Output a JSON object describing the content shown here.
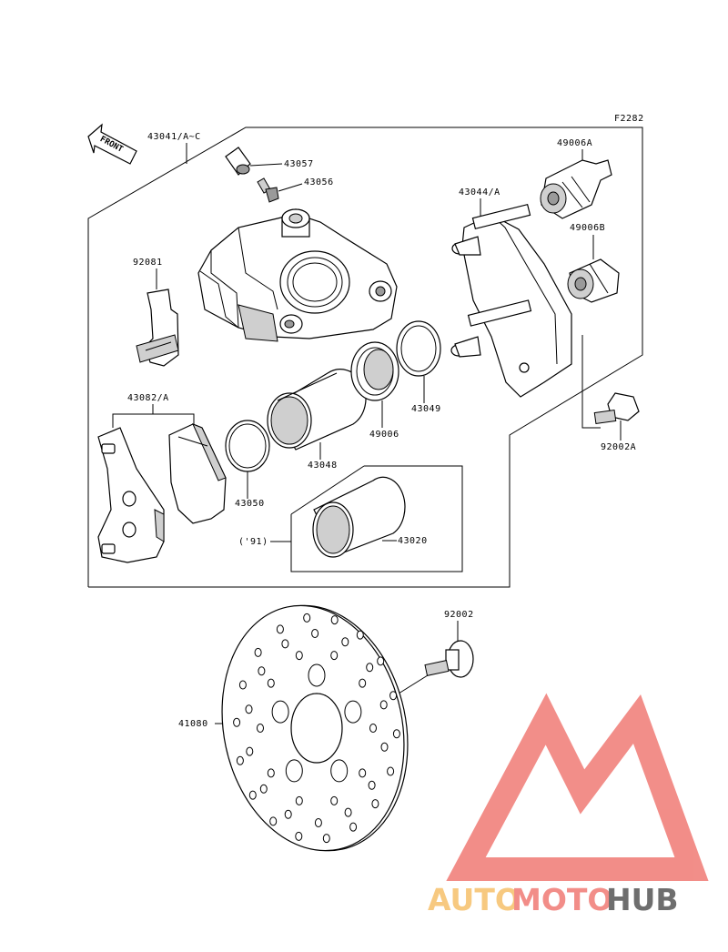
{
  "figure_code": "F2282",
  "front_label": "FRONT",
  "parts": {
    "caliper_assy": "43041/A~C",
    "bleeder_cap": "43057",
    "bleeder_valve": "43056",
    "pad_spring": "92081",
    "pad_set": "43082/A",
    "holder": "43044/A",
    "boot_a": "49006A",
    "boot_b": "49006B",
    "piston": "43048",
    "dust_seal": "49006",
    "piston_seal": "43049",
    "insulator": "43050",
    "piston_alt_note": "('91)",
    "piston_alt": "43020",
    "holder_bolt": "92002A",
    "disc_bolt": "92002",
    "disc": "41080"
  },
  "watermark": {
    "part1": "AUTO",
    "part2": "MOTO",
    "part3": "HUB",
    "color_light": "#f6c06a",
    "color_red": "#f07a74",
    "color_dark": "#555555"
  }
}
